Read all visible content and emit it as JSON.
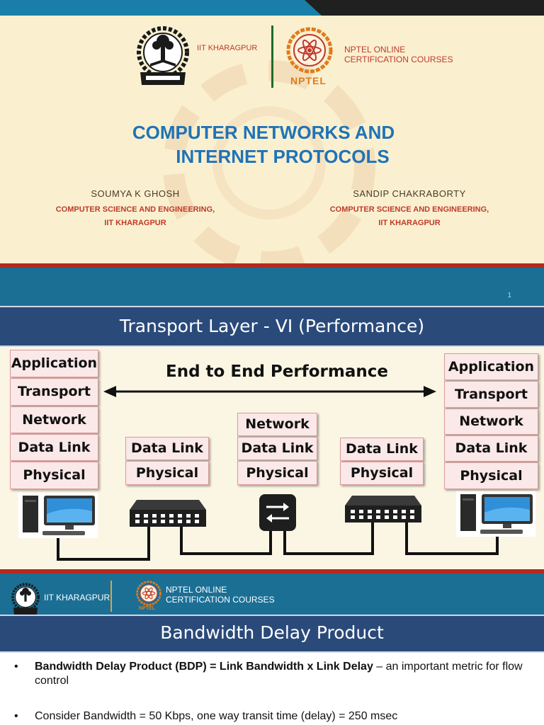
{
  "slide1": {
    "institute": "IIT KHARAGPUR",
    "nptel_line1": "NPTEL ONLINE",
    "nptel_line2": "CERTIFICATION COURSES",
    "nptel_word": "NPTEL",
    "title_line1": "COMPUTER NETWORKS AND",
    "title_line2": "INTERNET PROTOCOLS",
    "authors": [
      {
        "name": "SOUMYA K GHOSH",
        "dept": "COMPUTER SCIENCE  AND  ENGINEERING,",
        "inst": "IIT KHARAGPUR"
      },
      {
        "name": "SANDIP CHAKRABORTY",
        "dept": "COMPUTER SCIENCE  AND  ENGINEERING,",
        "inst": "IIT KHARAGPUR"
      }
    ],
    "colors": {
      "title": "#1f73b7",
      "accent": "#c0392b",
      "background": "#faf0cf"
    }
  },
  "slide2": {
    "page_number": "1",
    "title": "Transport Layer - VI (Performance)",
    "end_to_end": "End to End Performance",
    "left_host": [
      "Application",
      "Transport",
      "Network",
      "Data Link",
      "Physical"
    ],
    "bridge1": [
      "Data Link",
      "Physical"
    ],
    "router": [
      "Network",
      "Data Link",
      "Physical"
    ],
    "bridge2": [
      "Data Link",
      "Physical"
    ],
    "right_host": [
      "Application",
      "Transport",
      "Network",
      "Data Link",
      "Physical"
    ],
    "devices": [
      "computer-icon",
      "switch-icon",
      "router-icon",
      "switch-icon",
      "computer-icon"
    ]
  },
  "slide3": {
    "institute": "IIT KHARAGPUR",
    "nptel_line1": "NPTEL ONLINE",
    "nptel_line2": "CERTIFICATION COURSES",
    "nptel_word": "NPTEL",
    "title": "Bandwidth Delay Product",
    "bullet_mark": "•",
    "bullets": [
      {
        "bold": "Bandwidth Delay Product (BDP) = Link Bandwidth x Link Delay",
        "rest": " – an important metric for flow control"
      },
      {
        "bold": "",
        "rest": "Consider Bandwidth = 50 Kbps,  one way transit time (delay) = 250 msec"
      }
    ]
  }
}
